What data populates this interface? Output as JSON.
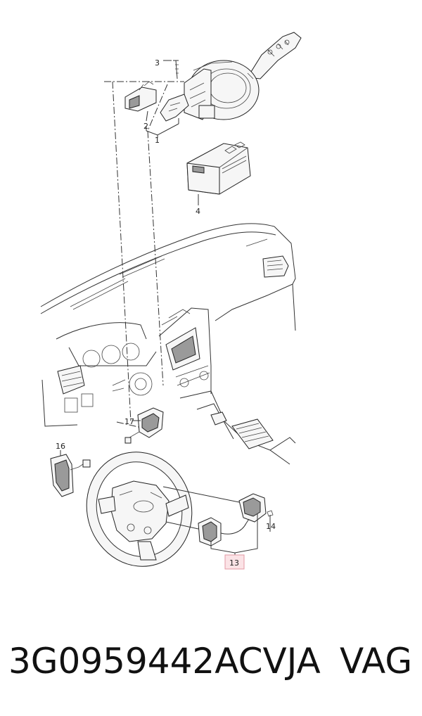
{
  "callouts": {
    "c1": "1",
    "c2": "2",
    "c3": "3",
    "c4": "4",
    "c13": "13",
    "c14": "14",
    "c16": "16",
    "c17": "17"
  },
  "footer": {
    "part_number": "3G0959442ACVJA",
    "brand": "VAG"
  },
  "colors": {
    "highlight_fill": "#fbe3e6",
    "highlight_border": "#e39aa4",
    "line": "#333333"
  }
}
